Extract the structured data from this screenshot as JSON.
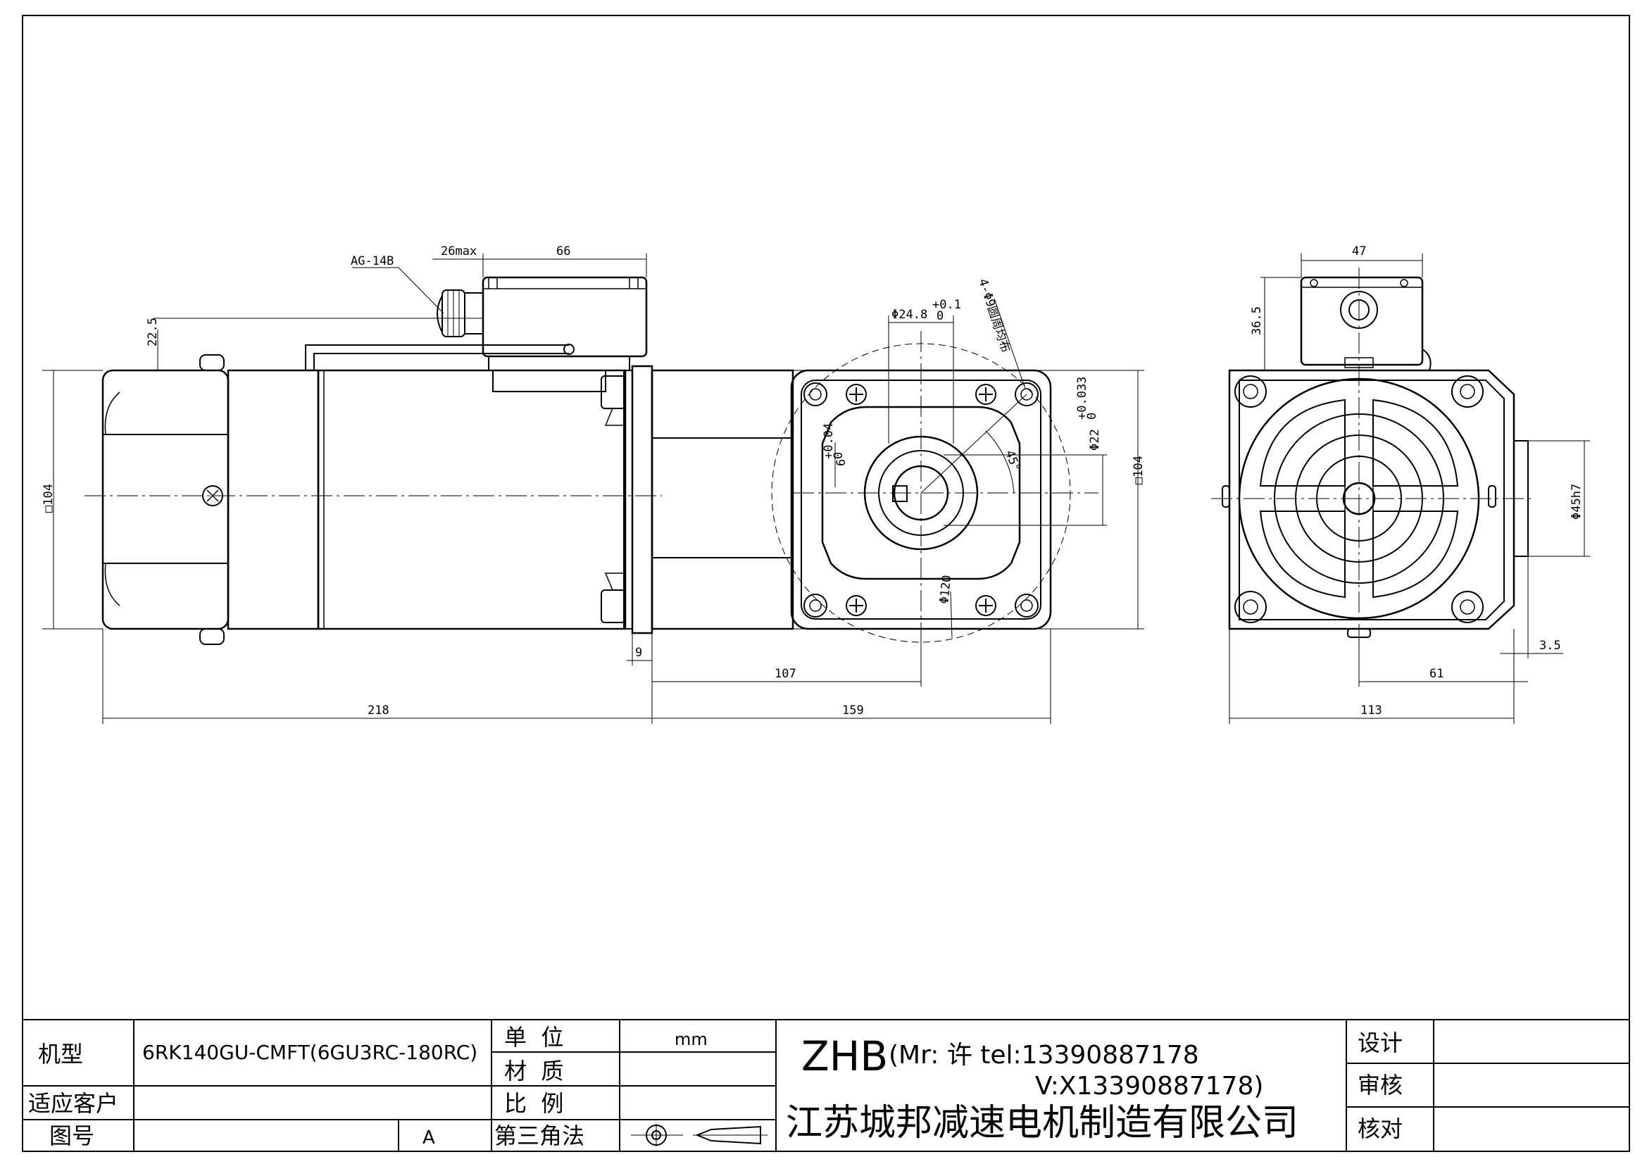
{
  "drawing": {
    "views": {
      "side": {
        "cable_gland": "AG-14B",
        "dim_gland": "26max",
        "dim_box_width": "66",
        "dim_box_height": "22.5",
        "dim_square": "□104",
        "dim_flange": "9",
        "dim_total": "218"
      },
      "front": {
        "dim_bore": "Φ24.8",
        "dim_bore_tol_upper": "+0.1",
        "dim_bore_tol_lower": "0",
        "dim_holes": "4-Φ9圆周均布",
        "dim_shaft": "Φ22",
        "dim_shaft_tol_upper": "+0.033",
        "dim_shaft_tol_lower": "0",
        "dim_key": "6",
        "dim_key_tol_upper": "+0.04",
        "dim_key_tol_lower": "0",
        "dim_angle": "45°",
        "dim_pcd": "Φ120",
        "dim_square": "□104",
        "dim_107": "107",
        "dim_159": "159"
      },
      "rear": {
        "dim_47": "47",
        "dim_36_5": "36.5",
        "dim_spigot": "Φ45h7",
        "dim_3_5": "3.5",
        "dim_61": "61",
        "dim_113": "113"
      }
    },
    "title_block": {
      "model_label": "机型",
      "model_value": "6RK140GU-CMFT(6GU3RC-180RC)",
      "customer_label": "适应客户",
      "customer_value": "",
      "drawing_no_label": "图号",
      "drawing_no_value": "",
      "revision": "A",
      "unit_label": "单  位",
      "unit_value": "mm",
      "material_label": "材  质",
      "material_value": "",
      "scale_label": "比  例",
      "scale_value": "",
      "projection_label": "第三角法",
      "brand": "ZHB",
      "contact_line1": "(Mr: 许 tel:13390887178",
      "contact_line2": "V:X13390887178)",
      "company": "江苏城邦减速电机制造有限公司",
      "design_label": "设计",
      "review_label": "审核",
      "check_label": "核对"
    }
  }
}
